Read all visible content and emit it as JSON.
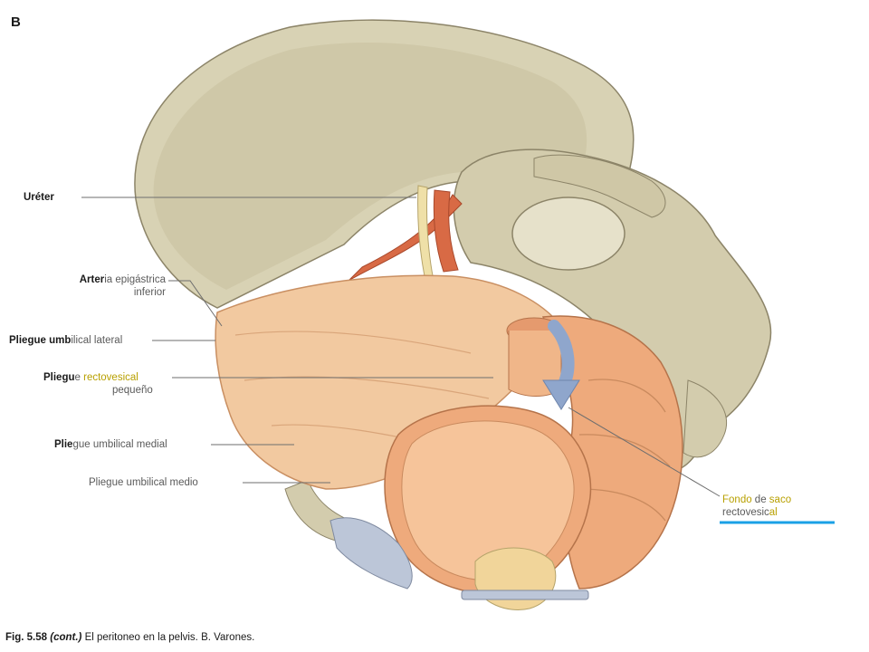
{
  "panel_letter": "B",
  "labels": {
    "ureter": {
      "bold": "Uréter",
      "rest": ""
    },
    "arteria": {
      "bold": "Arter",
      "rest": "ia epigástrica",
      "line2": "inferior"
    },
    "pliegue_lateral": {
      "bold": "Pliegue umb",
      "rest": "ilical lateral"
    },
    "pliegue_rectovesical": {
      "bold": "Pliegu",
      "rest": "e ",
      "highlight": "rectovesical",
      "line2": "pequeño"
    },
    "pliegue_medial": {
      "bold": "Plie",
      "rest": "gue umbilical medial"
    },
    "pliegue_medio": {
      "text": "Pliegue umbilical medio"
    },
    "fondo": {
      "hl1": "Fondo",
      "mid": " de ",
      "hl2": "saco",
      "line2_a": "rectovesic",
      "line2_b": "al"
    }
  },
  "caption": {
    "fig_number": "Fig. 5.58",
    "cont": "(cont.)",
    "text": "El peritoneo en la pelvis. B. Varones."
  },
  "colors": {
    "bone": "#d8d2b4",
    "bone_shadow": "#b9b093",
    "peritoneum": "#f2c9a0",
    "organ": "#eeaa7c",
    "artery": "#d86a45",
    "ureter": "#efe0a8",
    "arrow": "#8fa6cc",
    "underline": "#1aa0e6",
    "highlight_text": "#b8a000"
  }
}
